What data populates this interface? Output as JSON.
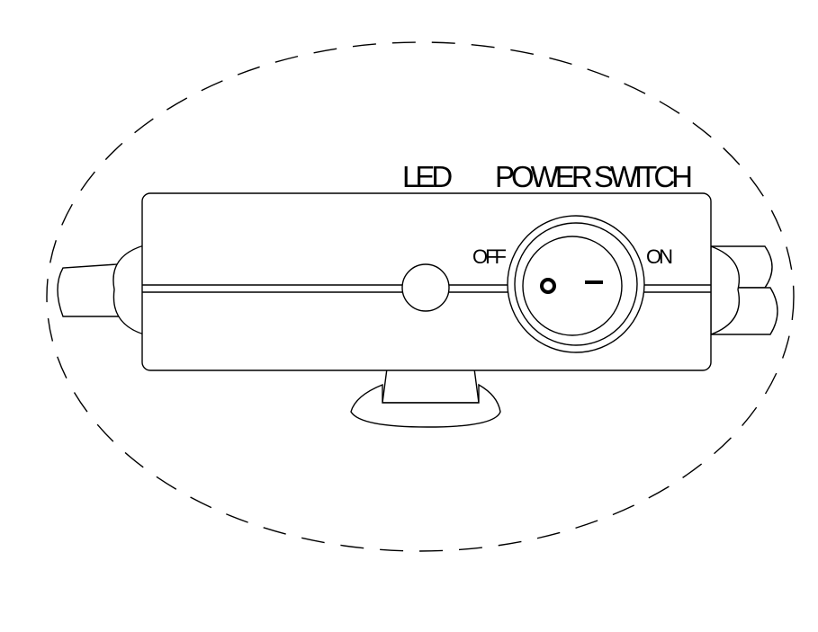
{
  "labels": {
    "led": "LED",
    "power_switch": "POWER SWITCH",
    "off": "OFF",
    "on": "ON"
  },
  "switch_symbols": {
    "off_symbol": "O",
    "on_symbol": "I"
  },
  "colors": {
    "line": "#000000",
    "background": "#ffffff"
  }
}
